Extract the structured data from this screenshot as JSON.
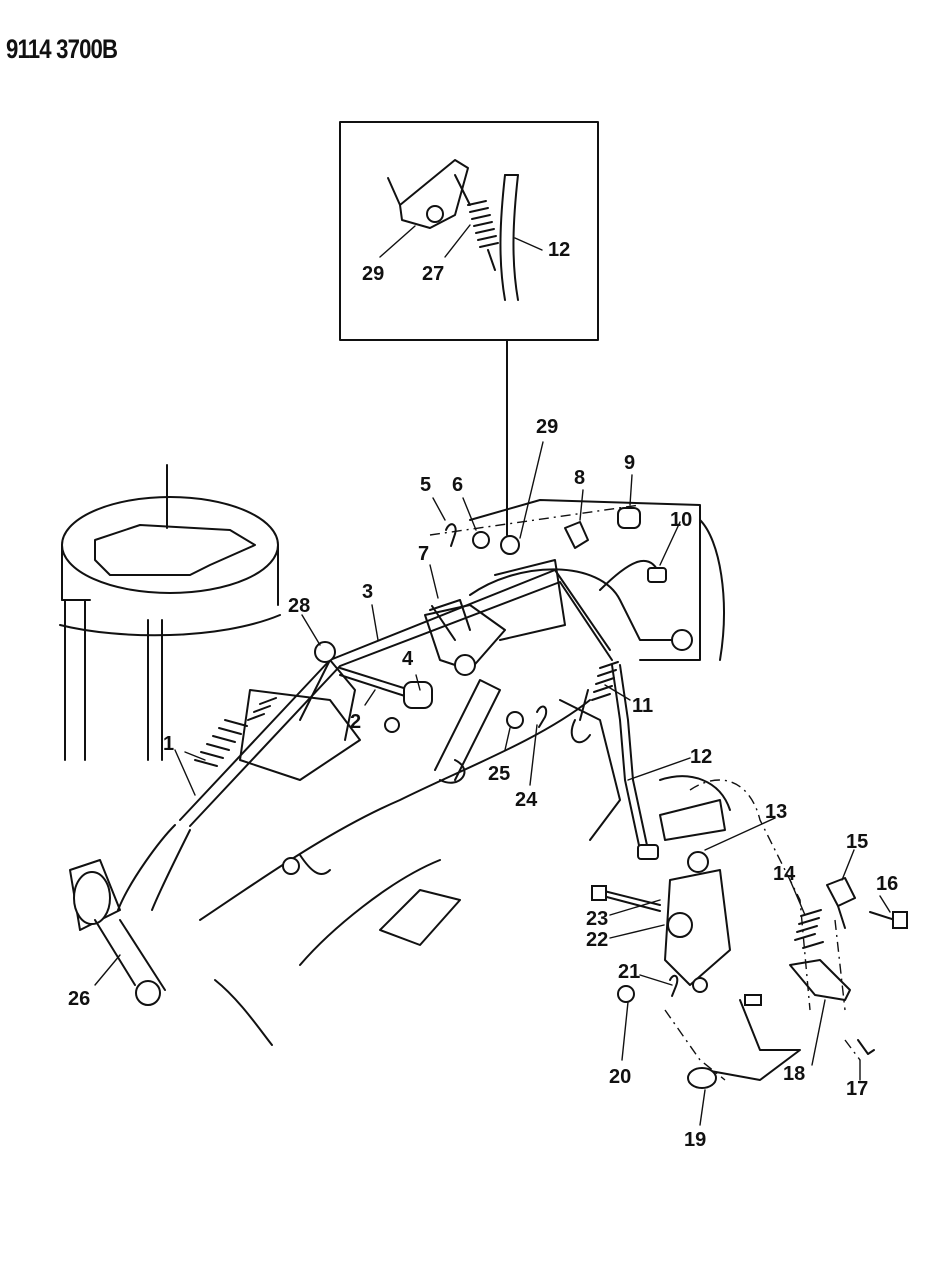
{
  "document": {
    "code": "9114 3700B"
  },
  "inset": {
    "callouts": [
      "29",
      "27",
      "12"
    ]
  },
  "callouts": [
    "1",
    "2",
    "3",
    "4",
    "5",
    "6",
    "7",
    "8",
    "9",
    "10",
    "11",
    "12",
    "13",
    "14",
    "15",
    "16",
    "17",
    "18",
    "19",
    "20",
    "21",
    "22",
    "23",
    "24",
    "25",
    "26",
    "28",
    "29"
  ]
}
